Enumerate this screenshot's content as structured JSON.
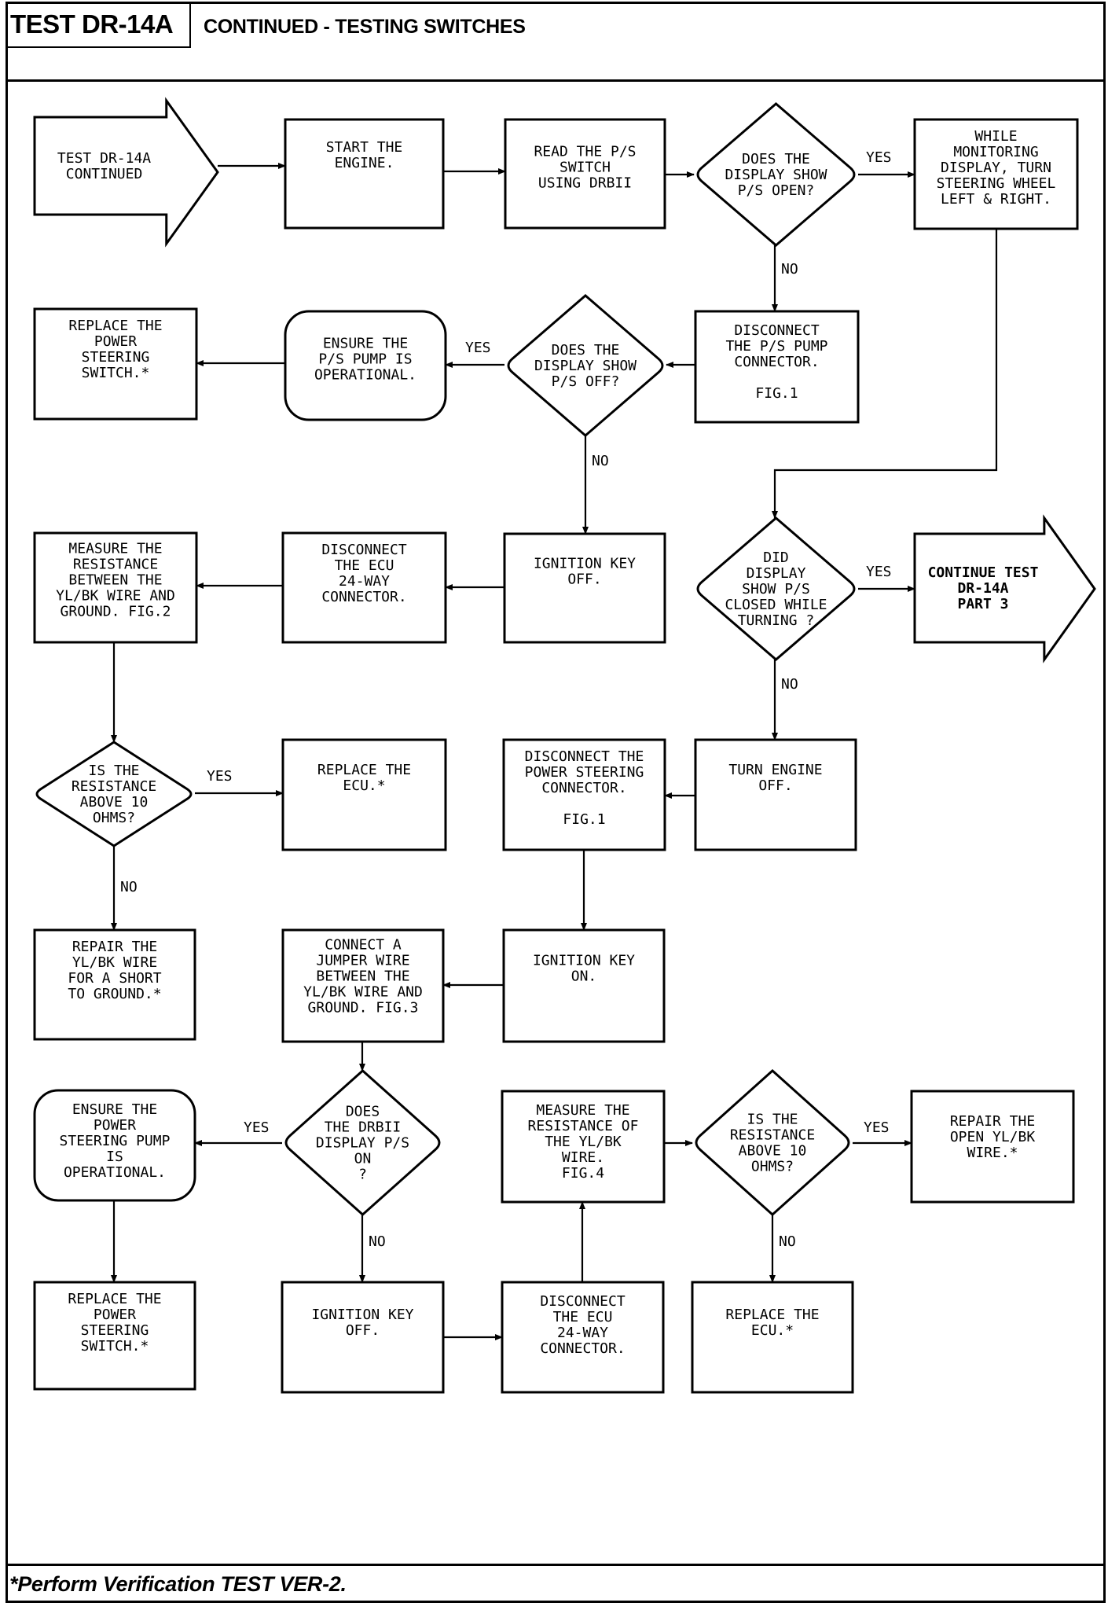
{
  "header": {
    "code": "TEST DR-14A",
    "title": "CONTINUED - TESTING SWITCHES"
  },
  "footer": {
    "note": "*Perform Verification TEST VER-2."
  },
  "labels": {
    "yes": "YES",
    "no": "NO"
  },
  "nodes": {
    "start_entry": {
      "type": "entry-arrow",
      "lines": [
        "TEST DR-14A",
        "CONTINUED"
      ]
    },
    "start_engine": {
      "type": "process",
      "lines": [
        "START THE",
        "ENGINE."
      ]
    },
    "read_ps_switch": {
      "type": "process",
      "lines": [
        "READ THE P/S",
        "SWITCH",
        "USING DRBII"
      ]
    },
    "q_ps_open": {
      "type": "decision",
      "lines": [
        "DOES THE",
        "DISPLAY SHOW",
        "P/S OPEN?"
      ]
    },
    "monitor_turn": {
      "type": "process",
      "lines": [
        "WHILE",
        "MONITORING",
        "DISPLAY, TURN",
        "STEERING WHEEL",
        "LEFT & RIGHT."
      ]
    },
    "replace_ps_switch_1": {
      "type": "process",
      "lines": [
        "REPLACE THE",
        "POWER",
        "STEERING",
        "SWITCH.*"
      ]
    },
    "ensure_pump_1": {
      "type": "terminal",
      "lines": [
        "ENSURE THE",
        "P/S PUMP IS",
        "OPERATIONAL."
      ]
    },
    "q_ps_off": {
      "type": "decision",
      "lines": [
        "DOES THE",
        "DISPLAY SHOW",
        "P/S OFF?"
      ]
    },
    "disconnect_pump_conn": {
      "type": "process",
      "lines": [
        "DISCONNECT",
        "THE P/S PUMP",
        "CONNECTOR.",
        "",
        "FIG.1"
      ]
    },
    "measure_yl_ground": {
      "type": "process",
      "lines": [
        "MEASURE THE",
        "RESISTANCE",
        "BETWEEN THE",
        "YL/BK WIRE AND",
        "GROUND. FIG.2"
      ]
    },
    "disconnect_ecu_1": {
      "type": "process",
      "lines": [
        "DISCONNECT",
        "THE ECU",
        "24-WAY",
        "CONNECTOR."
      ]
    },
    "ign_off_1": {
      "type": "process",
      "lines": [
        "IGNITION KEY",
        "OFF."
      ]
    },
    "q_closed_turning": {
      "type": "decision",
      "lines": [
        "DID",
        "DISPLAY",
        "SHOW P/S",
        "CLOSED WHILE",
        "TURNING ?"
      ]
    },
    "continue_part3": {
      "type": "exit-arrow",
      "lines": [
        "CONTINUE TEST",
        "DR-14A",
        "PART 3"
      ]
    },
    "q_res_above_10_1": {
      "type": "decision",
      "lines": [
        "IS THE",
        "RESISTANCE",
        "ABOVE 10",
        "OHMS?"
      ]
    },
    "replace_ecu_1": {
      "type": "process",
      "lines": [
        "REPLACE THE",
        "ECU.*"
      ]
    },
    "disconnect_ps_conn": {
      "type": "process",
      "lines": [
        "DISCONNECT THE",
        "POWER STEERING",
        "CONNECTOR.",
        "",
        "FIG.1"
      ]
    },
    "turn_engine_off": {
      "type": "process",
      "lines": [
        "TURN ENGINE",
        "OFF."
      ]
    },
    "repair_short": {
      "type": "process",
      "lines": [
        "REPAIR THE",
        "YL/BK WIRE",
        "FOR A SHORT",
        "TO GROUND.*"
      ]
    },
    "connect_jumper": {
      "type": "process",
      "lines": [
        "CONNECT A",
        "JUMPER WIRE",
        "BETWEEN THE",
        "YL/BK WIRE AND",
        "GROUND. FIG.3"
      ]
    },
    "ign_on": {
      "type": "process",
      "lines": [
        "IGNITION KEY",
        "ON."
      ]
    },
    "ensure_pump_2": {
      "type": "terminal",
      "lines": [
        "ENSURE THE",
        "POWER",
        "STEERING PUMP",
        "IS",
        "OPERATIONAL."
      ]
    },
    "q_drbii_ps_on": {
      "type": "decision",
      "lines": [
        "DOES",
        "THE DRBII",
        "DISPLAY P/S",
        "ON",
        "?"
      ]
    },
    "measure_yl_wire": {
      "type": "process",
      "lines": [
        "MEASURE THE",
        "RESISTANCE OF",
        "THE YL/BK",
        "WIRE.",
        "FIG.4"
      ]
    },
    "q_res_above_10_2": {
      "type": "decision",
      "lines": [
        "IS THE",
        "RESISTANCE",
        "ABOVE 10",
        "OHMS?"
      ]
    },
    "repair_open": {
      "type": "process",
      "lines": [
        "REPAIR THE",
        "OPEN YL/BK",
        "WIRE.*"
      ]
    },
    "replace_ps_switch_2": {
      "type": "process",
      "lines": [
        "REPLACE THE",
        "POWER",
        "STEERING",
        "SWITCH.*"
      ]
    },
    "ign_off_2": {
      "type": "process",
      "lines": [
        "IGNITION KEY",
        "OFF."
      ]
    },
    "disconnect_ecu_2": {
      "type": "process",
      "lines": [
        "DISCONNECT",
        "THE ECU",
        "24-WAY",
        "CONNECTOR."
      ]
    },
    "replace_ecu_2": {
      "type": "process",
      "lines": [
        "REPLACE THE",
        "ECU.*"
      ]
    }
  },
  "edges": [
    {
      "from": "start_entry",
      "to": "start_engine",
      "label": ""
    },
    {
      "from": "start_engine",
      "to": "read_ps_switch",
      "label": ""
    },
    {
      "from": "read_ps_switch",
      "to": "q_ps_open",
      "label": ""
    },
    {
      "from": "q_ps_open",
      "to": "monitor_turn",
      "label": "YES"
    },
    {
      "from": "q_ps_open",
      "to": "disconnect_pump_conn",
      "label": "NO"
    },
    {
      "from": "monitor_turn",
      "to": "q_closed_turning",
      "label": ""
    },
    {
      "from": "disconnect_pump_conn",
      "to": "q_ps_off",
      "label": ""
    },
    {
      "from": "q_ps_off",
      "to": "ensure_pump_1",
      "label": "YES"
    },
    {
      "from": "q_ps_off",
      "to": "ign_off_1",
      "label": "NO"
    },
    {
      "from": "ensure_pump_1",
      "to": "replace_ps_switch_1",
      "label": ""
    },
    {
      "from": "ign_off_1",
      "to": "disconnect_ecu_1",
      "label": ""
    },
    {
      "from": "disconnect_ecu_1",
      "to": "measure_yl_ground",
      "label": ""
    },
    {
      "from": "measure_yl_ground",
      "to": "q_res_above_10_1",
      "label": ""
    },
    {
      "from": "q_res_above_10_1",
      "to": "replace_ecu_1",
      "label": "YES"
    },
    {
      "from": "q_res_above_10_1",
      "to": "repair_short",
      "label": "NO"
    },
    {
      "from": "q_closed_turning",
      "to": "continue_part3",
      "label": "YES"
    },
    {
      "from": "q_closed_turning",
      "to": "turn_engine_off",
      "label": "NO"
    },
    {
      "from": "turn_engine_off",
      "to": "disconnect_ps_conn",
      "label": ""
    },
    {
      "from": "disconnect_ps_conn",
      "to": "ign_on",
      "label": ""
    },
    {
      "from": "ign_on",
      "to": "connect_jumper",
      "label": ""
    },
    {
      "from": "connect_jumper",
      "to": "q_drbii_ps_on",
      "label": ""
    },
    {
      "from": "q_drbii_ps_on",
      "to": "ensure_pump_2",
      "label": "YES"
    },
    {
      "from": "q_drbii_ps_on",
      "to": "ign_off_2",
      "label": "NO"
    },
    {
      "from": "ensure_pump_2",
      "to": "replace_ps_switch_2",
      "label": ""
    },
    {
      "from": "ign_off_2",
      "to": "disconnect_ecu_2",
      "label": ""
    },
    {
      "from": "disconnect_ecu_2",
      "to": "measure_yl_wire",
      "label": ""
    },
    {
      "from": "measure_yl_wire",
      "to": "q_res_above_10_2",
      "label": ""
    },
    {
      "from": "q_res_above_10_2",
      "to": "repair_open",
      "label": "YES"
    },
    {
      "from": "q_res_above_10_2",
      "to": "replace_ecu_2",
      "label": "NO"
    }
  ]
}
